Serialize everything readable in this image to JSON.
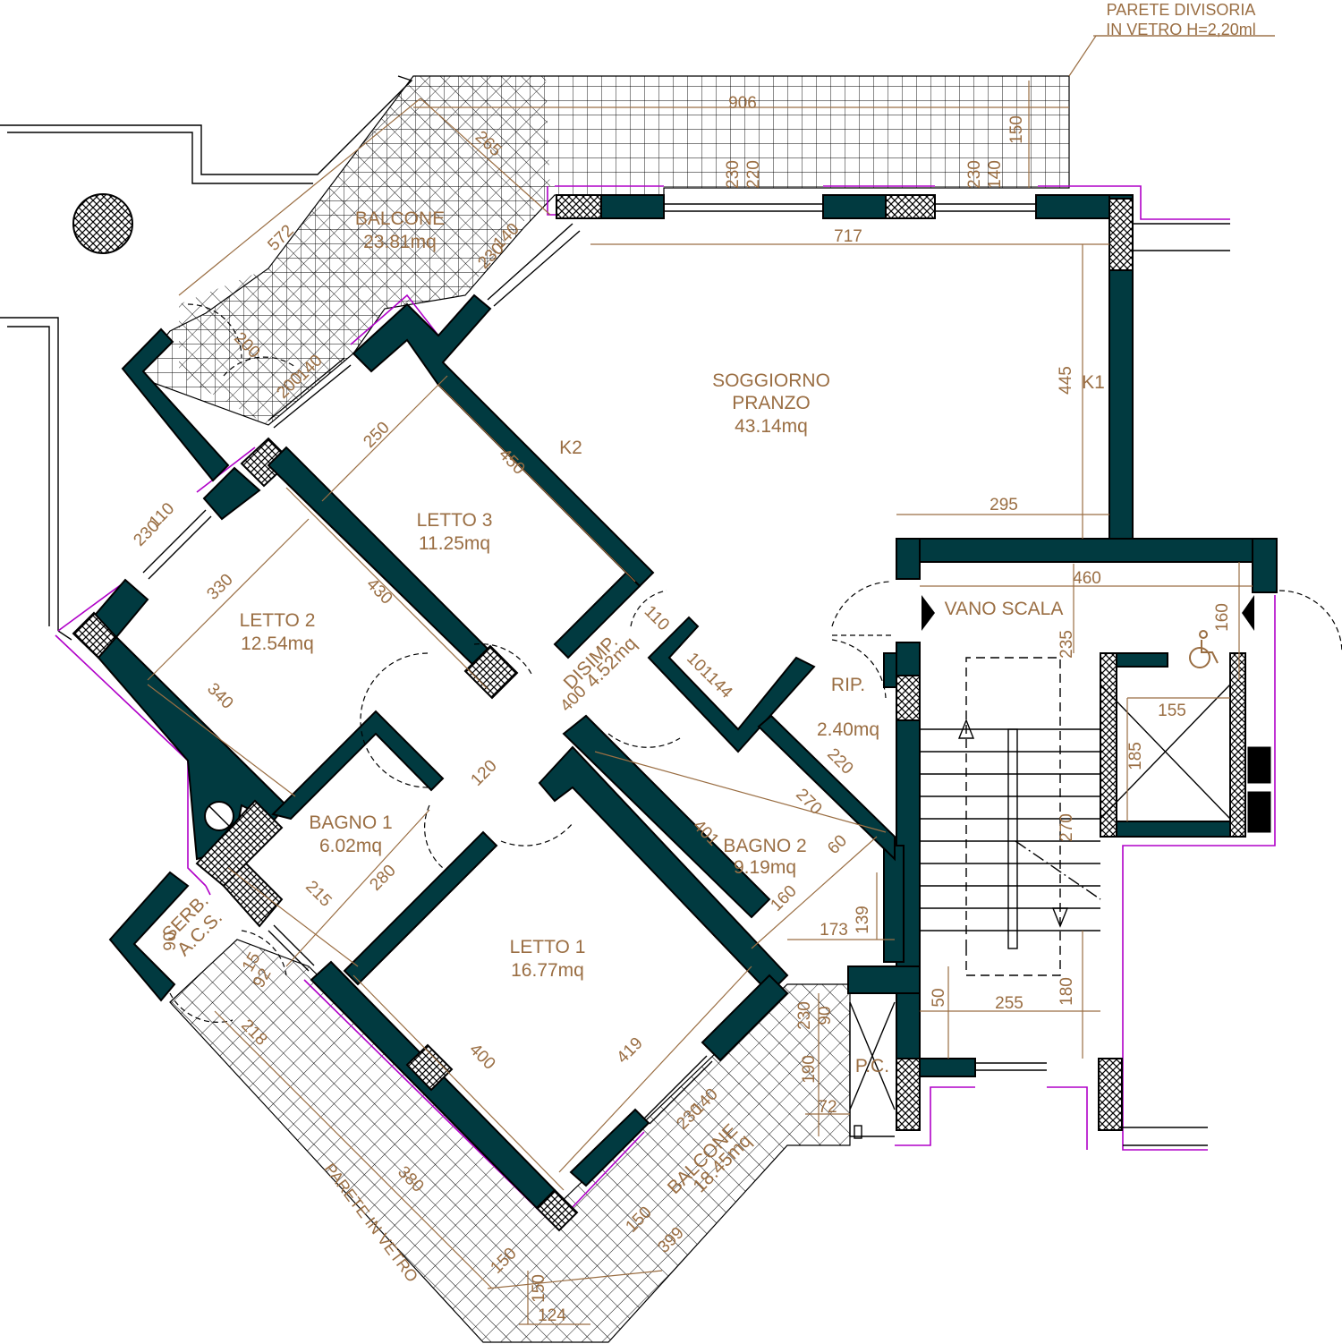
{
  "rooms": {
    "soggiorno": {
      "name_line1": "SOGGIORNO",
      "name_line2": "PRANZO",
      "area": "43.14mq"
    },
    "letto3": {
      "name": "LETTO  3",
      "area": "11.25mq"
    },
    "letto2": {
      "name": "LETTO  2",
      "area": "12.54mq"
    },
    "letto1": {
      "name": "LETTO  1",
      "area": "16.77mq"
    },
    "bagno1": {
      "name": "BAGNO  1",
      "area": "6.02mq"
    },
    "bagno2": {
      "name": "BAGNO  2",
      "area": "9.19mq"
    },
    "disimp": {
      "name": "DISIMP.",
      "area": "4.52mq"
    },
    "rip": {
      "name": "RIP.",
      "area": "2.40mq"
    },
    "vano_scala": {
      "name": "VANO  SCALA"
    },
    "balcone_top": {
      "name": "BALCONE",
      "area": "23.81mq"
    },
    "balcone_bottom": {
      "name": "BALCONE",
      "area": "18.45mq"
    },
    "serb": {
      "line1": "SERB.",
      "line2": "A.C.S."
    },
    "pc": {
      "name": "P.C."
    }
  },
  "labels": {
    "k1": "K1",
    "k2": "K2",
    "parete_divisoria_line1": "PARETE  DIVISORIA",
    "parete_divisoria_line2": "IN  VETRO  H=2,20ml",
    "parete_in_vetro": "PARETE IN VETRO"
  },
  "dimensions": {
    "d906": "906",
    "d150a": "150",
    "d265": "265",
    "d572": "572",
    "d230a": "230",
    "d220": "220",
    "d230b": "230",
    "d140a": "140",
    "d717": "717",
    "d140b": "140",
    "d230c": "230",
    "d200": "200",
    "d140c": "140",
    "d200b": "200",
    "d445": "445",
    "d250": "250",
    "d450": "450",
    "d295": "295",
    "d110a": "110",
    "d230d": "230",
    "d330": "330",
    "d430": "430",
    "d460": "460",
    "d160a": "160",
    "d235": "235",
    "d110b": "110",
    "d340": "340",
    "d101": "101",
    "d144": "144",
    "d400a": "400",
    "d155": "155",
    "d185": "185",
    "d220b": "220",
    "d120": "120",
    "d270a": "270",
    "d270b": "270",
    "d401": "401",
    "d60": "60",
    "d215": "215",
    "d280": "280",
    "d160b": "160",
    "d173": "173",
    "d139": "139",
    "d90a": "90",
    "d15": "15",
    "d92": "92",
    "d50": "50",
    "d255": "255",
    "d180": "180",
    "d230e": "230",
    "d90b": "90",
    "d218": "218",
    "d400b": "400",
    "d419": "419",
    "d190": "190",
    "d140d": "140",
    "d230f": "230",
    "d72": "72",
    "d380": "380",
    "d150b": "150",
    "d150c": "150",
    "d399": "399",
    "d150d": "150",
    "d124": "124"
  },
  "colors": {
    "wall": "#013a40",
    "dimension": "#9a6e43",
    "outline": "#b000c8"
  }
}
